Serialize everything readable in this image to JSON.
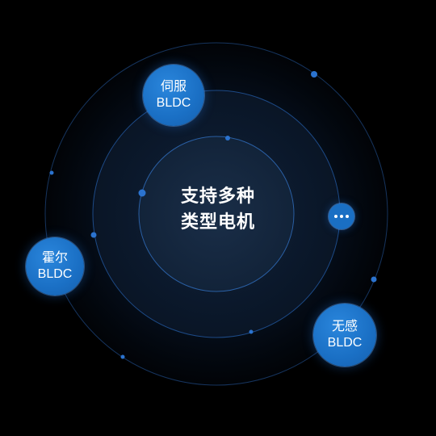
{
  "center": {
    "line1": "支持多种",
    "line2": "类型电机"
  },
  "motors": [
    {
      "name": "伺服",
      "type": "BLDC"
    },
    {
      "name": "霍尔",
      "type": "BLDC"
    },
    {
      "name": "无感",
      "type": "BLDC"
    }
  ],
  "more": {
    "icon": "more-horizontal-icon"
  },
  "colors": {
    "background": "#000000",
    "badge": "#1a6fc4",
    "orbit_line": "#1d4a86",
    "dot": "#2b73cf"
  }
}
